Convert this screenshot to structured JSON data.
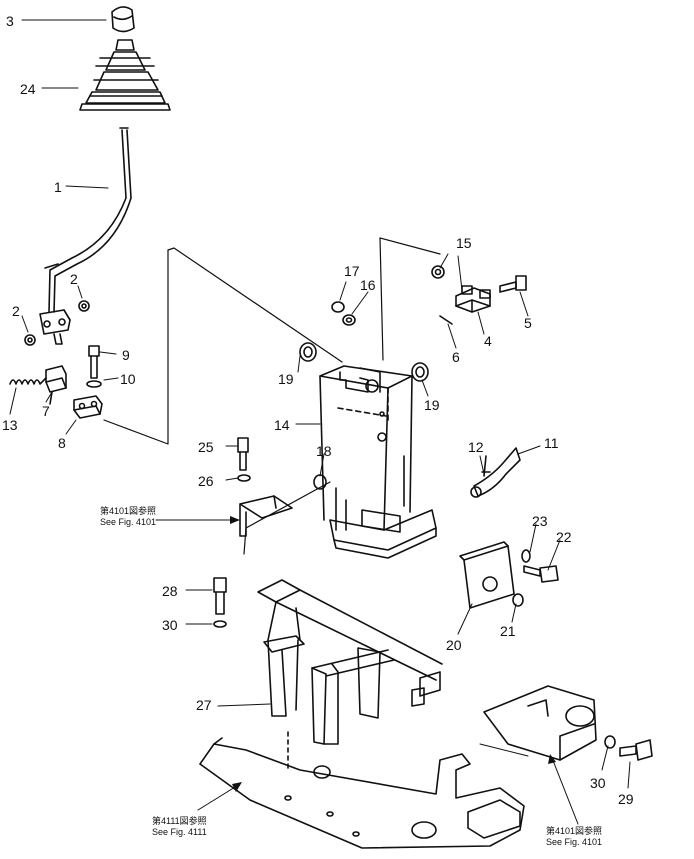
{
  "callouts": [
    "3",
    "24",
    "1",
    "2",
    "2",
    "9",
    "10",
    "7",
    "13",
    "8",
    "15",
    "17",
    "16",
    "5",
    "4",
    "6",
    "19",
    "19",
    "14",
    "18",
    "12",
    "11",
    "25",
    "26",
    "23",
    "22",
    "20",
    "21",
    "28",
    "30",
    "27",
    "30",
    "29"
  ],
  "refs": {
    "ref1_jp": "第4101図参照",
    "ref1_en": "See Fig. 4101",
    "ref2_jp": "第4111図参照",
    "ref2_en": "See Fig. 4111",
    "ref3_jp": "第4101図参照",
    "ref3_en": "See Fig. 4101"
  }
}
